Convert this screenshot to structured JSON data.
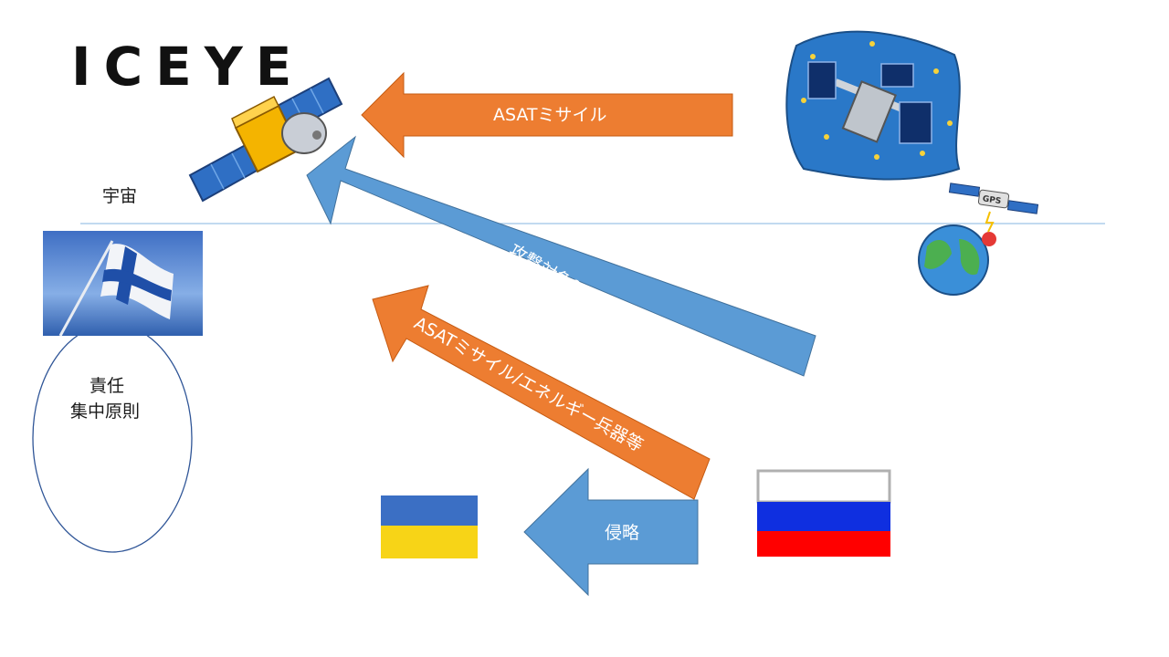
{
  "logo": {
    "text": "ICEYE"
  },
  "labels": {
    "space": "宇宙",
    "principle_line1": "責任",
    "principle_line2": "集中原則"
  },
  "arrows": {
    "asat_top": "ASATミサイル",
    "target": "攻撃対象？",
    "asat_energy": "ASATミサイル/エネルギー兵器等",
    "invasion": "侵略"
  },
  "icons": {
    "gps_label": "GPS"
  },
  "colors": {
    "orange_arrow": "#ED7D31",
    "blue_arrow": "#5B9BD5",
    "divider": "#9DC3E6",
    "ellipse": "#2F5597"
  }
}
